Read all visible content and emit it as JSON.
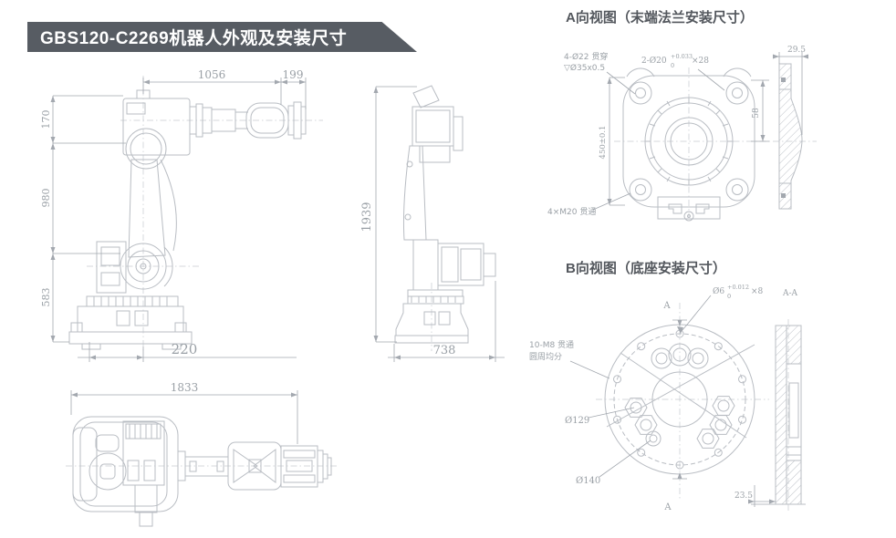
{
  "banner": {
    "title": "GBS120-C2269机器人外观及安装尺寸",
    "bg_color": "#575c63",
    "text_color": "#ffffff"
  },
  "colors": {
    "drawing_line": "#b9bdc3",
    "dimension": "#a3a8af",
    "section_title": "#53575d"
  },
  "side_view": {
    "dim_top_main": "1056",
    "dim_top_end": "199",
    "dim_left_top": "170",
    "dim_left_mid": "980",
    "dim_left_bottom": "583",
    "dim_bottom_offset": "220"
  },
  "front_view": {
    "dim_height": "1939",
    "dim_width": "738"
  },
  "top_view": {
    "dim_length": "1833"
  },
  "flange_view": {
    "title": "A向视图（末端法兰安装尺寸）",
    "note_counterbore_line1": "4-Ø22 贯穿",
    "note_counterbore_line2": "▽Ø35x0.5",
    "note_dowel_prefix": "2-Ø20",
    "note_dowel_tol_upper": "+0.033",
    "note_dowel_tol_lower": "0",
    "note_dowel_suffix": "×28",
    "dim_section_width": "29.5",
    "dim_hole_pitch": "58",
    "dim_flange_height": "450±0.1",
    "note_bolts": "4×M20 贯通"
  },
  "base_view": {
    "title": "B向视图（底座安装尺寸）",
    "note_bolts_line1": "10-M8 贯通",
    "note_bolts_line2": "圆周均分",
    "note_pin_prefix": "Ø6",
    "note_pin_tol_upper": "+0.012",
    "note_pin_tol_lower": "0",
    "note_pin_suffix": "×8",
    "section_label": "A-A",
    "dim_circle_inner": "Ø129",
    "dim_circle_outer": "Ø140",
    "dim_section_thickness": "23.5",
    "datum_label": "A"
  }
}
